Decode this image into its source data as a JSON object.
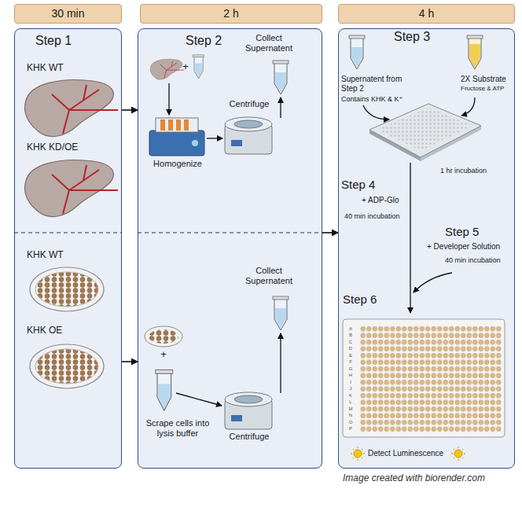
{
  "diagram": {
    "caption": "Image created with biorender.com",
    "nodes": [
      {
        "text": [
          "30 min"
        ]
      },
      {
        "text": [
          "2 h"
        ]
      },
      {
        "text": [
          "4 h"
        ]
      },
      {
        "text": [
          "Step 1"
        ]
      },
      {
        "text": [
          "Step 2"
        ]
      },
      {
        "text": [
          "Step 3"
        ]
      }
    ],
    "edges": [
      {
        "from": 3,
        "to": 4,
        "arrow": "to"
      },
      {
        "from": 3,
        "to": 4,
        "arrow": "to"
      },
      {
        "from": 4,
        "to": 5,
        "arrow": "to"
      }
    ],
    "labels": [
      "KHK WT",
      "KHK KD/OE",
      "KHK WT",
      "KHK OE",
      "Collect Supernatent",
      "Homogenize",
      "Centrifuge",
      "Collect Supernatent",
      "Scrape cells into lysis buffer",
      "Centrifuge",
      "Supernatent from Step 2",
      "Contains KHK & K⁺",
      "2X Substrate",
      "Fructose & ATP",
      "1 hr incubation",
      "Step 4",
      "+ ADP-Glo",
      "40 min incubation",
      "Step 5",
      "+ Developer Solution",
      "40 min incubation",
      "Step 6",
      "Detect Luminescence",
      "+",
      "+",
      "A",
      "B",
      "C",
      "D",
      "E",
      "F",
      "G",
      "H",
      "I",
      "J",
      "K",
      "L",
      "M",
      "N",
      "O",
      "P"
    ]
  }
}
